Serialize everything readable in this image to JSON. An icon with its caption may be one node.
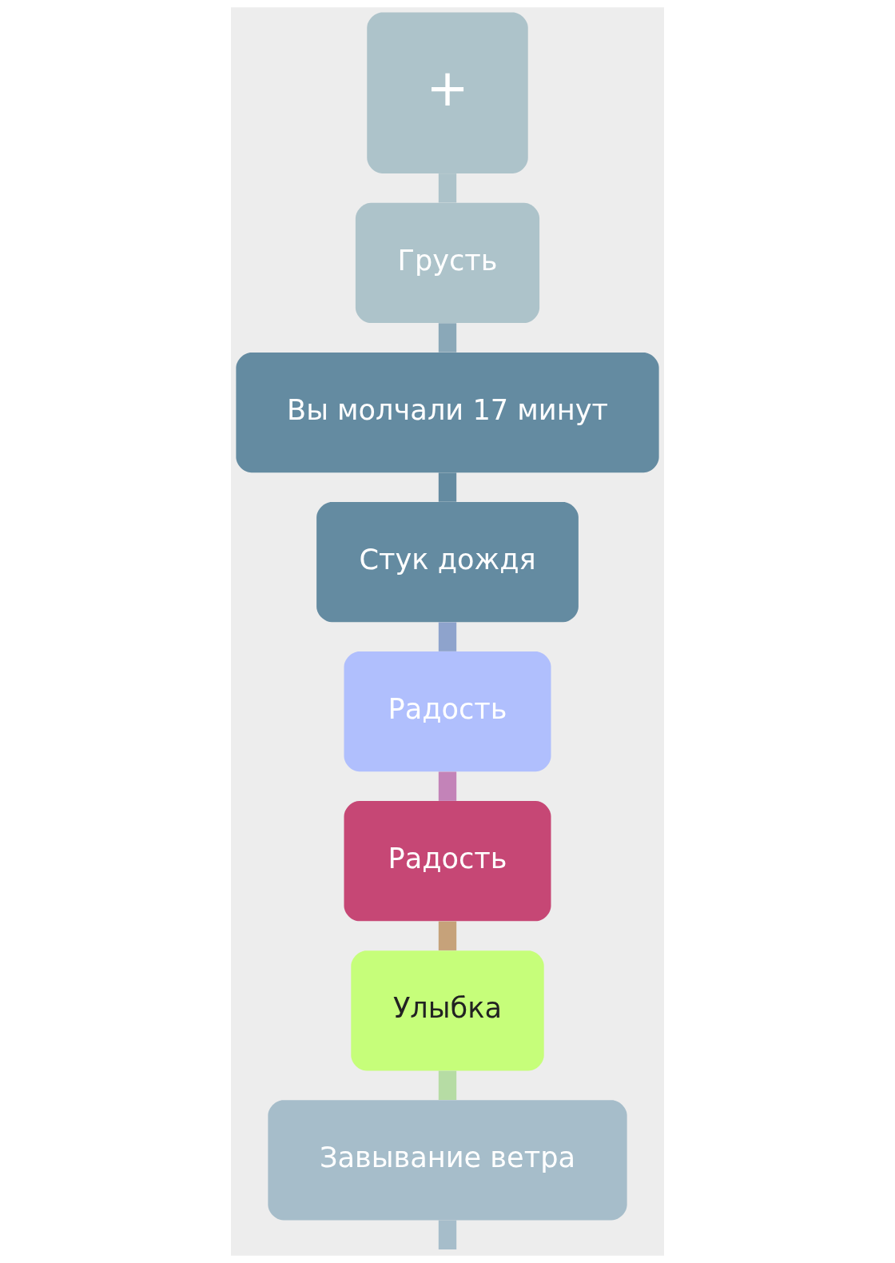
{
  "diagram": {
    "nodes": [
      {
        "text": [
          "+"
        ]
      },
      {
        "text": [
          "Грусть"
        ]
      },
      {
        "text": [
          "Вы молчали 17 минут"
        ]
      },
      {
        "text": [
          "Стук дождя"
        ]
      },
      {
        "text": [
          "Радость"
        ]
      },
      {
        "text": [
          "Радость"
        ]
      },
      {
        "text": [
          "Улыбка"
        ]
      },
      {
        "text": [
          "Завывание ветра"
        ]
      }
    ],
    "edges": [
      {
        "from": 0,
        "to": 1,
        "arrow": "none",
        "color": "#adc3ca"
      },
      {
        "from": 1,
        "to": 2,
        "arrow": "none",
        "color": "#8aa8b8"
      },
      {
        "from": 2,
        "to": 3,
        "arrow": "none",
        "color": "#648ba1"
      },
      {
        "from": 3,
        "to": 4,
        "arrow": "none",
        "color": "#8ea3cc"
      },
      {
        "from": 4,
        "to": 5,
        "arrow": "none",
        "color": "#c383b8"
      },
      {
        "from": 5,
        "to": 6,
        "arrow": "none",
        "color": "#c6a27a"
      },
      {
        "from": 6,
        "to": 7,
        "arrow": "none",
        "color": "#b6dca4"
      },
      {
        "from": 7,
        "to": null,
        "arrow": "none",
        "color": "#a6bdca"
      }
    ]
  }
}
